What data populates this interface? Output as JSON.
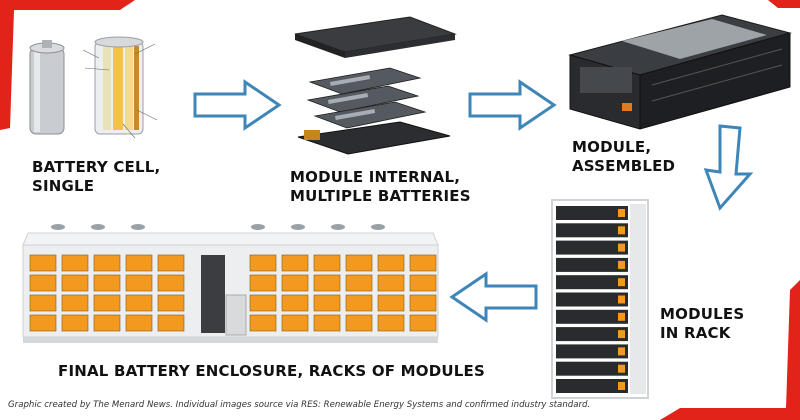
{
  "colors": {
    "accent_red": "#e2231a",
    "arrow_stroke": "#3f86b8",
    "battery_orange": "#f39a1e",
    "rack_dark": "#2a2b2e"
  },
  "stages": {
    "cell": {
      "line1": "BATTERY CELL,",
      "line2": "SINGLE",
      "icon": "battery-cell-icon"
    },
    "module_internal": {
      "line1": "MODULE INTERNAL,",
      "line2": "MULTIPLE BATTERIES",
      "icon": "exploded-module-icon"
    },
    "module_assembled": {
      "line1": "MODULE,",
      "line2": "ASSEMBLED",
      "icon": "battery-module-icon"
    },
    "rack": {
      "line1": "MODULES",
      "line2": "IN RACK",
      "icon": "battery-rack-icon"
    },
    "enclosure": {
      "line1": "FINAL BATTERY ENCLOSURE, RACKS OF MODULES",
      "icon": "battery-enclosure-icon"
    }
  },
  "caption": "Graphic created by The Menard News. Individual images source via RES: Renewable Energy Systems and confirmed industry standard."
}
